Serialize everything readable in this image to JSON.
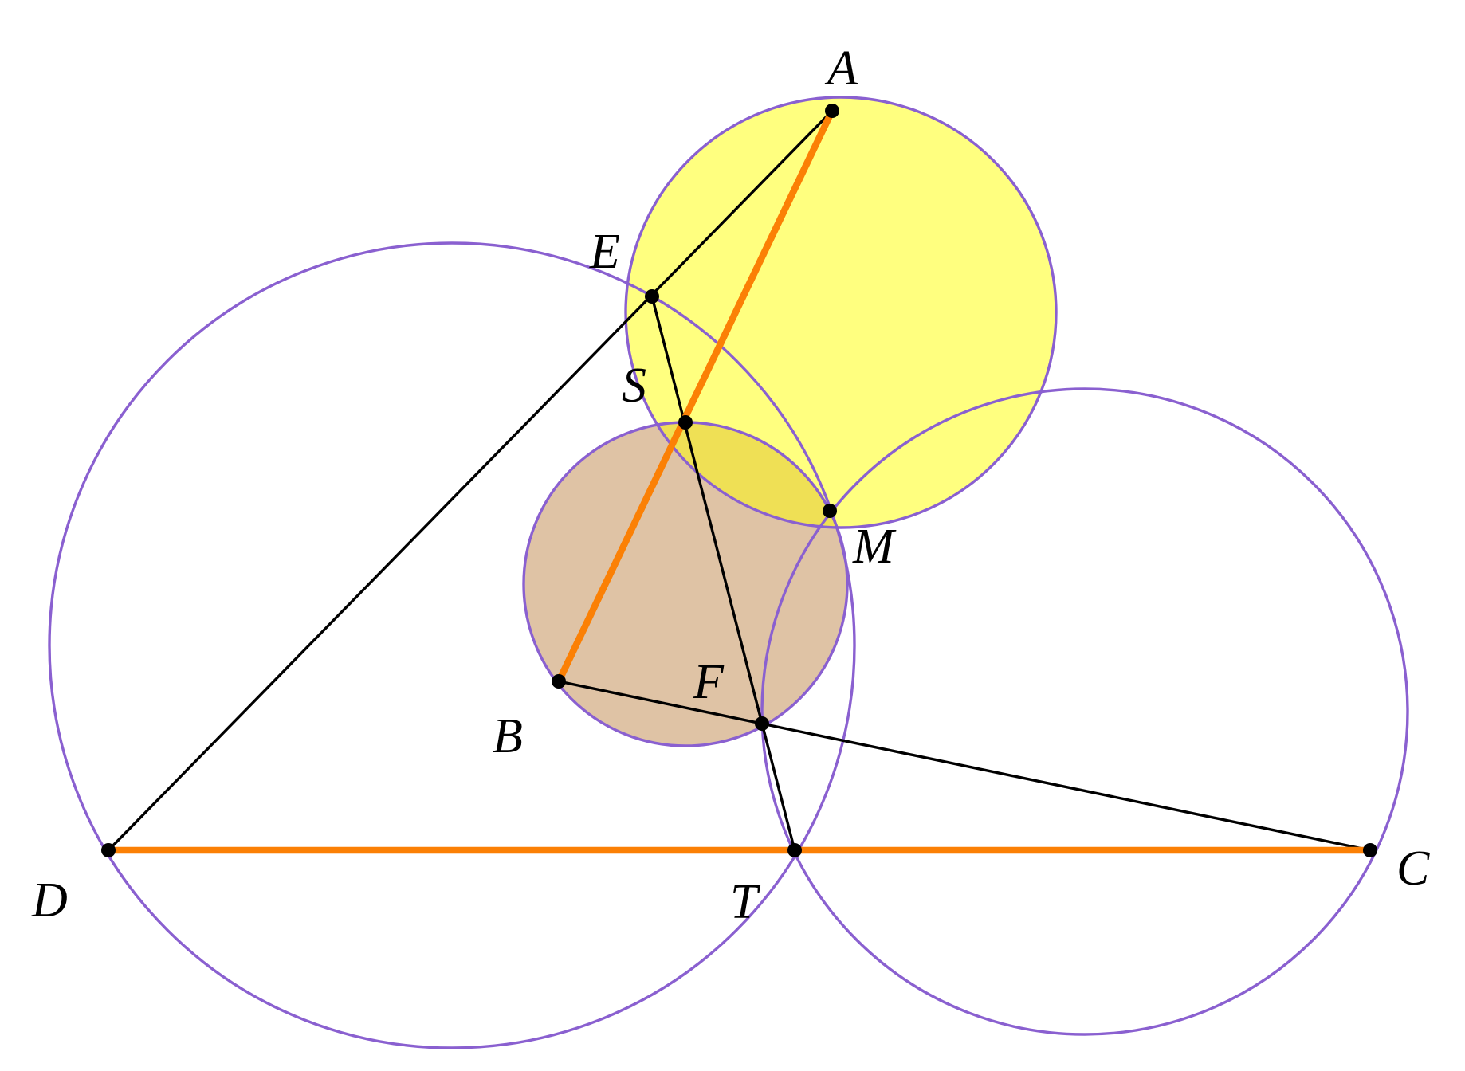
{
  "colors": {
    "circle_stroke": "#8a60d0",
    "yellow_fill": "#ffff7f",
    "tan_fill": "#dfc3a5",
    "overlap_fill": "#efe055",
    "orange": "#fb8005",
    "black": "#000000"
  },
  "points": [
    {
      "id": "A",
      "label": "A"
    },
    {
      "id": "E",
      "label": "E"
    },
    {
      "id": "S",
      "label": "S"
    },
    {
      "id": "M",
      "label": "M"
    },
    {
      "id": "F",
      "label": "F"
    },
    {
      "id": "B",
      "label": "B"
    },
    {
      "id": "D",
      "label": "D"
    },
    {
      "id": "T",
      "label": "T"
    },
    {
      "id": "C",
      "label": "C"
    }
  ],
  "circles": [
    {
      "name": "circle-large-left",
      "fill": "none"
    },
    {
      "name": "circle-large-right",
      "fill": "none"
    },
    {
      "name": "circle-yellow",
      "fill": "yellow"
    },
    {
      "name": "circle-tan",
      "fill": "tan"
    }
  ],
  "segments": [
    {
      "from": "A",
      "to": "B",
      "style": "orange"
    },
    {
      "from": "D",
      "to": "C",
      "style": "orange"
    },
    {
      "from": "A",
      "to": "D",
      "style": "black"
    },
    {
      "from": "E",
      "to": "T",
      "style": "black"
    },
    {
      "from": "B",
      "to": "C",
      "style": "black"
    }
  ]
}
